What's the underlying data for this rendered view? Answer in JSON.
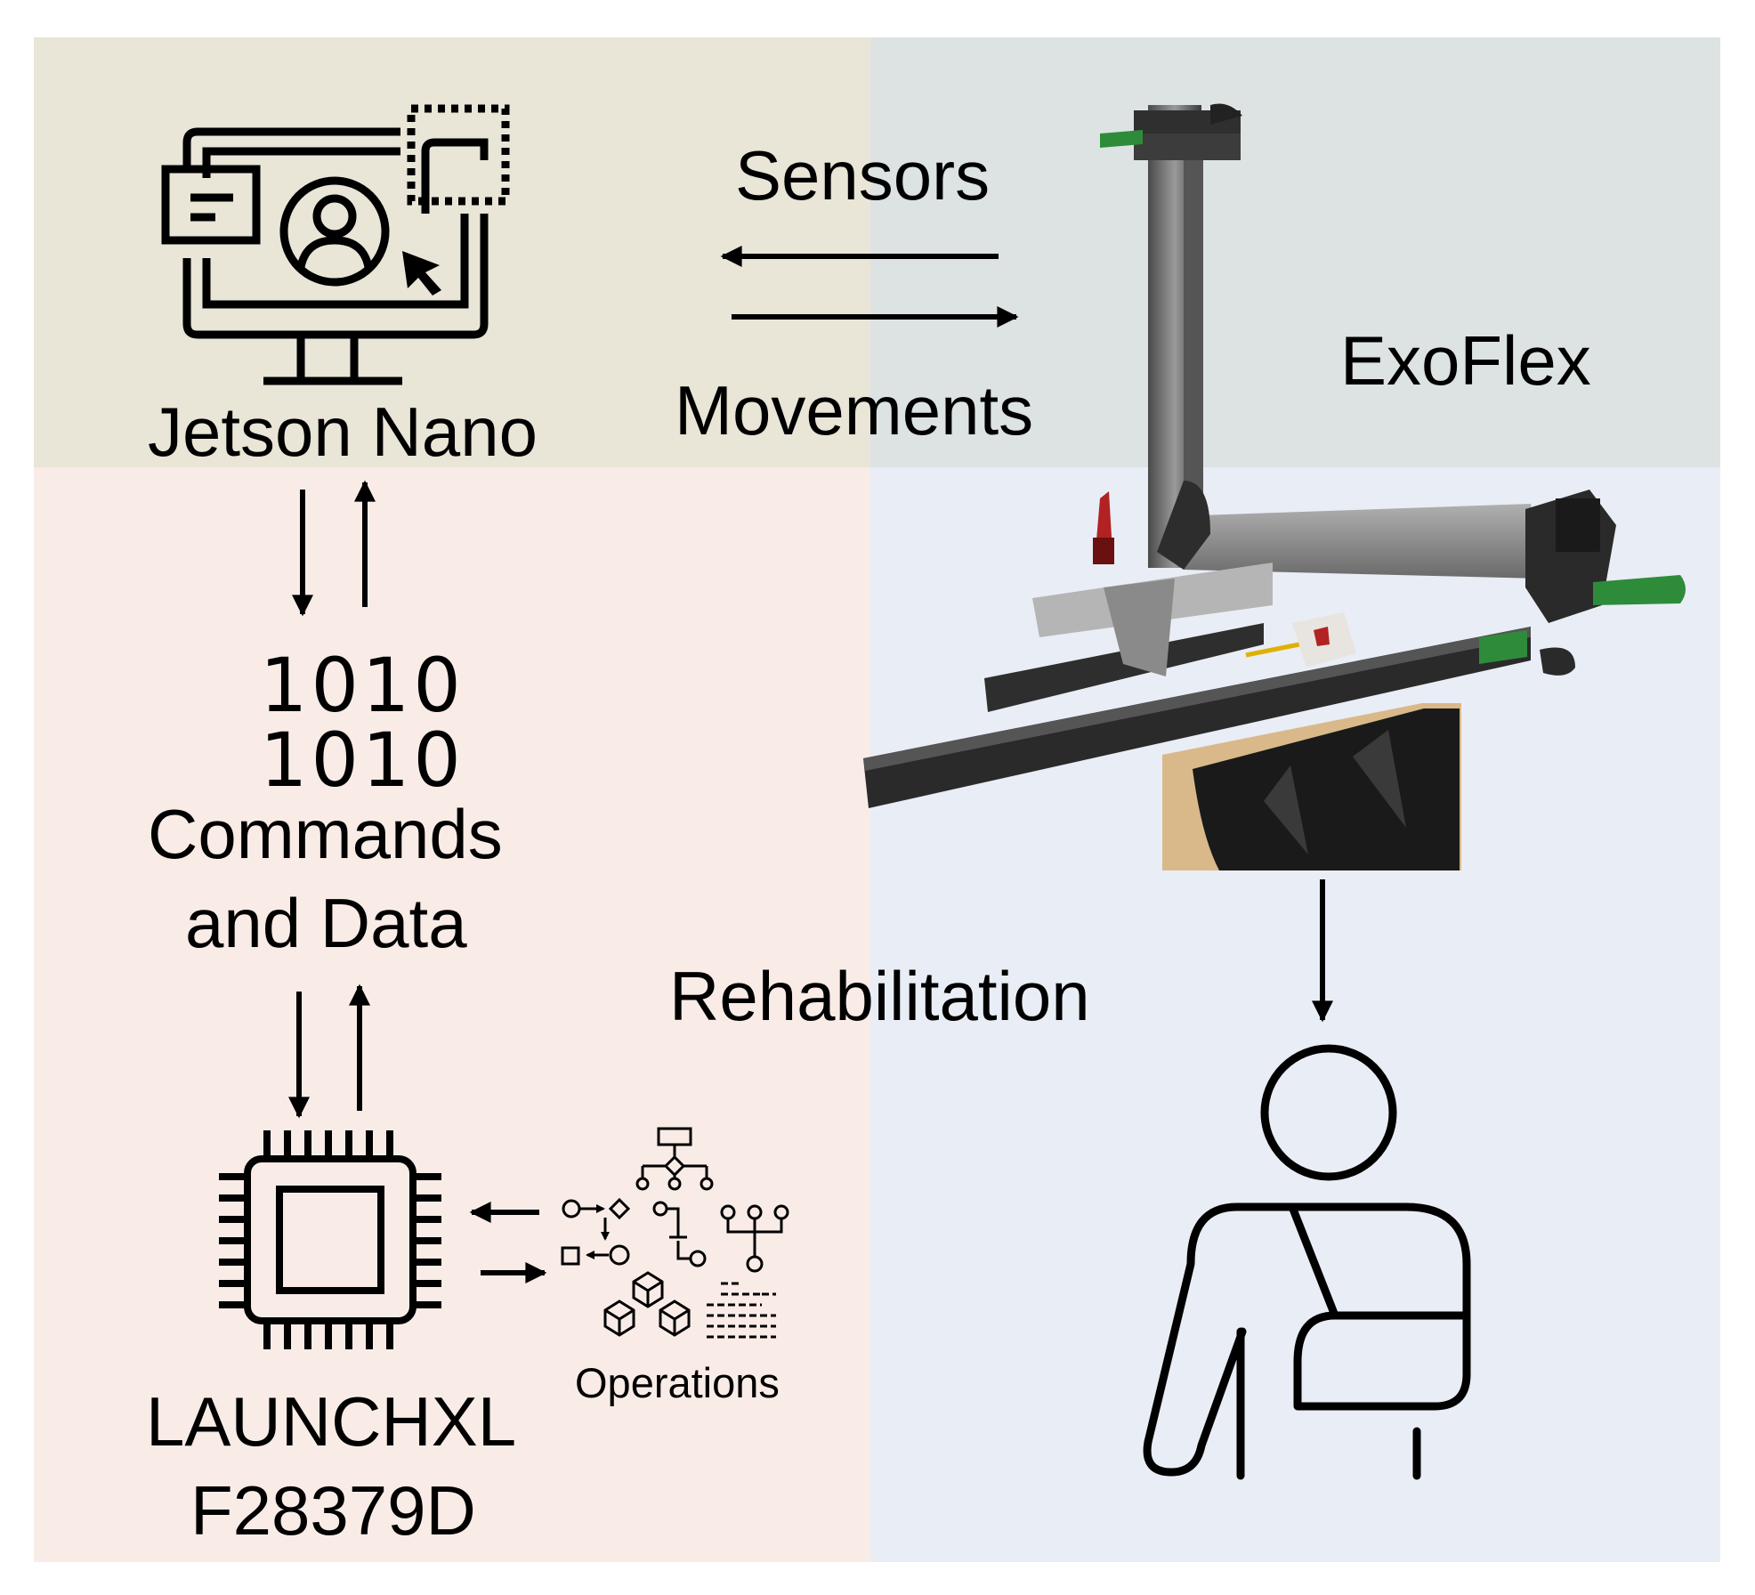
{
  "labels": {
    "jetson": "Jetson Nano",
    "sensors": "Sensors",
    "movements": "Movements",
    "exoflex": "ExoFlex",
    "binary_1": "1010",
    "binary_2": "1010",
    "commands_1": "Commands",
    "commands_2": "and Data",
    "rehabilitation": "Rehabilitation",
    "operations": "Operations",
    "board_1": "LAUNCHXL",
    "board_2": "F28379D"
  },
  "colors": {
    "top_left_bg": "#e9e5d7",
    "top_right_bg": "#dde3e3",
    "bottom_left_bg": "#f9ece7",
    "bottom_right_bg": "#e9edf5",
    "frame_dark": "#3a3a3a",
    "frame_gray": "#8a8a8a",
    "handle_green": "#2e8b3a",
    "wood": "#d9b98a"
  },
  "icons": [
    "computer-monitor-icon",
    "microcontroller-chip-icon",
    "operations-flowchart-icon",
    "patient-arm-sling-icon"
  ]
}
